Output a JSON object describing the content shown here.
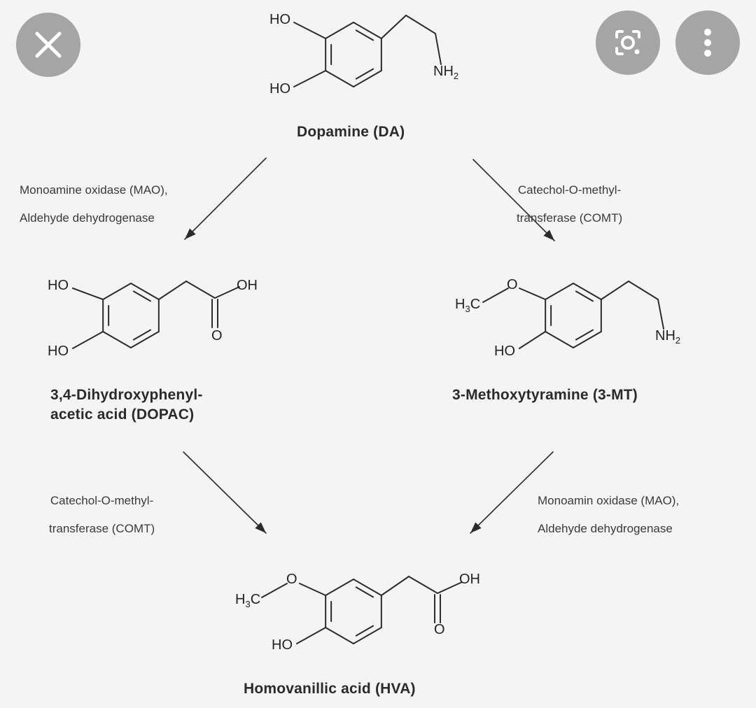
{
  "compounds": {
    "dopamine": {
      "name": "Dopamine (DA)"
    },
    "dopac": {
      "name_line1": "3,4-Dihydroxyphenyl-",
      "name_line2": "acetic acid (DOPAC)"
    },
    "mt3": {
      "name": "3-Methoxytyramine (3-MT)"
    },
    "hva": {
      "name": "Homovanillic acid (HVA)"
    }
  },
  "enzymes": {
    "da_to_dopac": {
      "line1": "Monoamine oxidase (MAO),",
      "line2": "Aldehyde dehydrogenase"
    },
    "da_to_3mt": {
      "line1": "Catechol-O-methyl-",
      "line2": "transferase (COMT)"
    },
    "dopac_to_hva": {
      "line1": "Catechol-O-methyl-",
      "line2": "transferase (COMT)"
    },
    "mt3_to_hva": {
      "line1": "Monoamin oxidase (MAO),",
      "line2": "Aldehyde dehydrogenase"
    }
  },
  "atoms": {
    "ho": "HO",
    "oh": "OH",
    "o": "O",
    "n_h": "NH",
    "h": "H",
    "c": "C",
    "sub2": "2",
    "sub3": "3"
  },
  "overlay": {
    "close_icon": "close-icon",
    "lens_icon": "lens-icon",
    "more_icon": "more-vert-icon"
  },
  "colors": {
    "background": "#f4f4f4",
    "ink": "#2a2a2a",
    "button": "#969696"
  }
}
